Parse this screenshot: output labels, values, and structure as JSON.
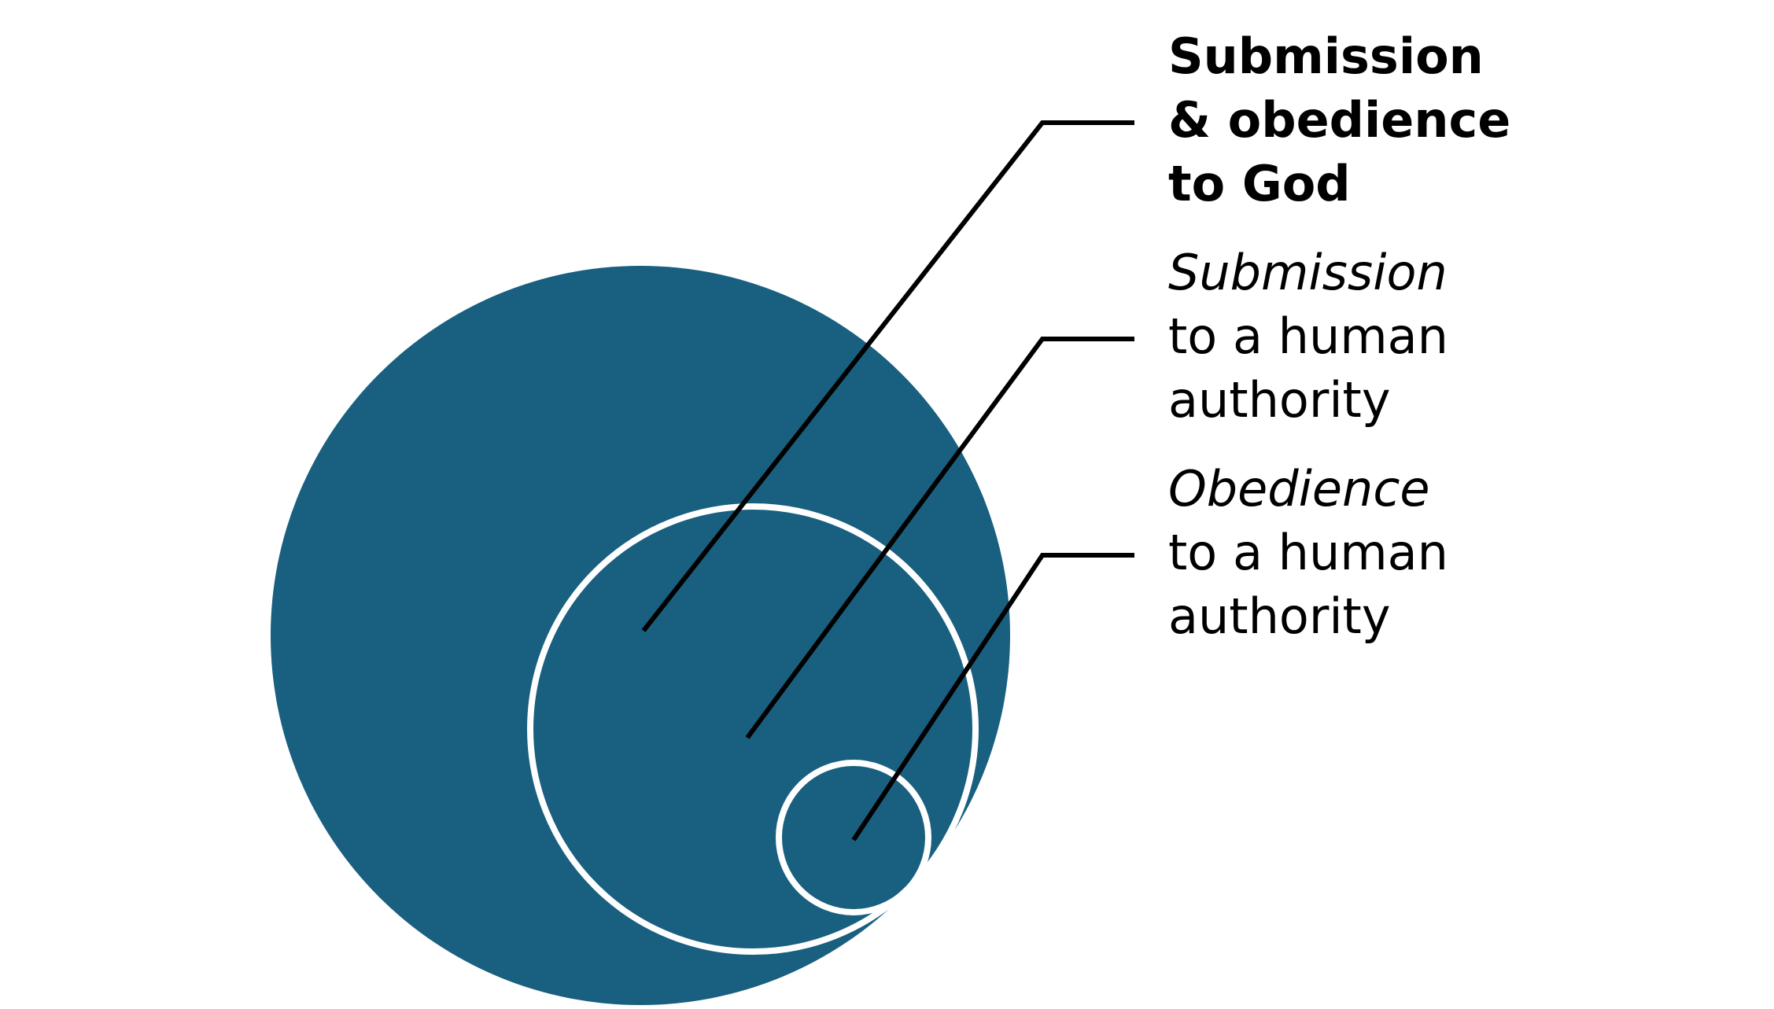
{
  "colors": {
    "circle_fill": "#185f80",
    "inner_stroke": "#ffffff",
    "leader_line": "#000000",
    "text": "#000000",
    "background": "#ffffff"
  },
  "labels": {
    "god": {
      "line1": "Submission",
      "line2": "& obedience",
      "line3": "to God"
    },
    "submission": {
      "line1": "Submission",
      "line2": "to a human",
      "line3": "authority"
    },
    "obedience": {
      "line1": "Obedience",
      "line2": "to  a human",
      "line3": "authority"
    }
  }
}
